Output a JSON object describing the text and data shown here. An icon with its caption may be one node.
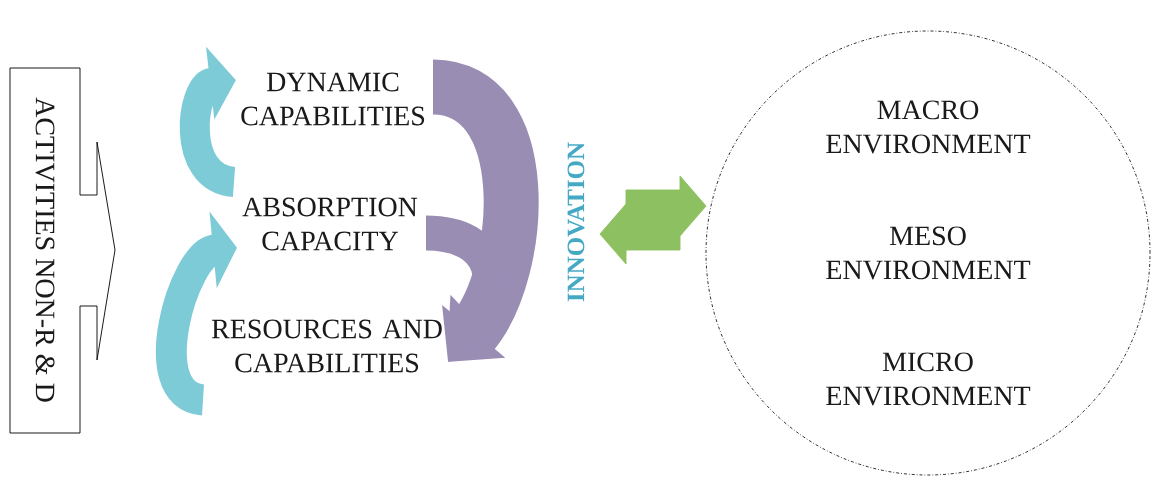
{
  "diagram": {
    "nodes": [
      {
        "text": [
          "ACTIVITIES NON-R & D"
        ]
      },
      {
        "text": [
          "DYNAMIC CAPABILITIES"
        ]
      },
      {
        "text": [
          "ABSORPTION CAPACITY"
        ]
      },
      {
        "text": [
          "RESOURCES AND CAPABILITIES"
        ]
      },
      {
        "text": [
          "INNOVATION"
        ]
      },
      {
        "text": [
          "MACRO ENVIRONMENT",
          "MESO ENVIRONMENT",
          "MICRO ENVIRONMENT"
        ]
      }
    ],
    "edges": [
      {
        "from": 2,
        "to": 1,
        "arrow": "to",
        "color": "#7ecbd8"
      },
      {
        "from": 3,
        "to": 2,
        "arrow": "to",
        "color": "#7ecbd8"
      },
      {
        "from": 1,
        "to": 3,
        "arrow": "to",
        "color": "#9a8db4"
      },
      {
        "from": 2,
        "to": 3,
        "arrow": "to",
        "color": "#9a8db4"
      },
      {
        "from": 4,
        "to": 5,
        "arrow": "both",
        "color": "#8dc060"
      }
    ]
  }
}
